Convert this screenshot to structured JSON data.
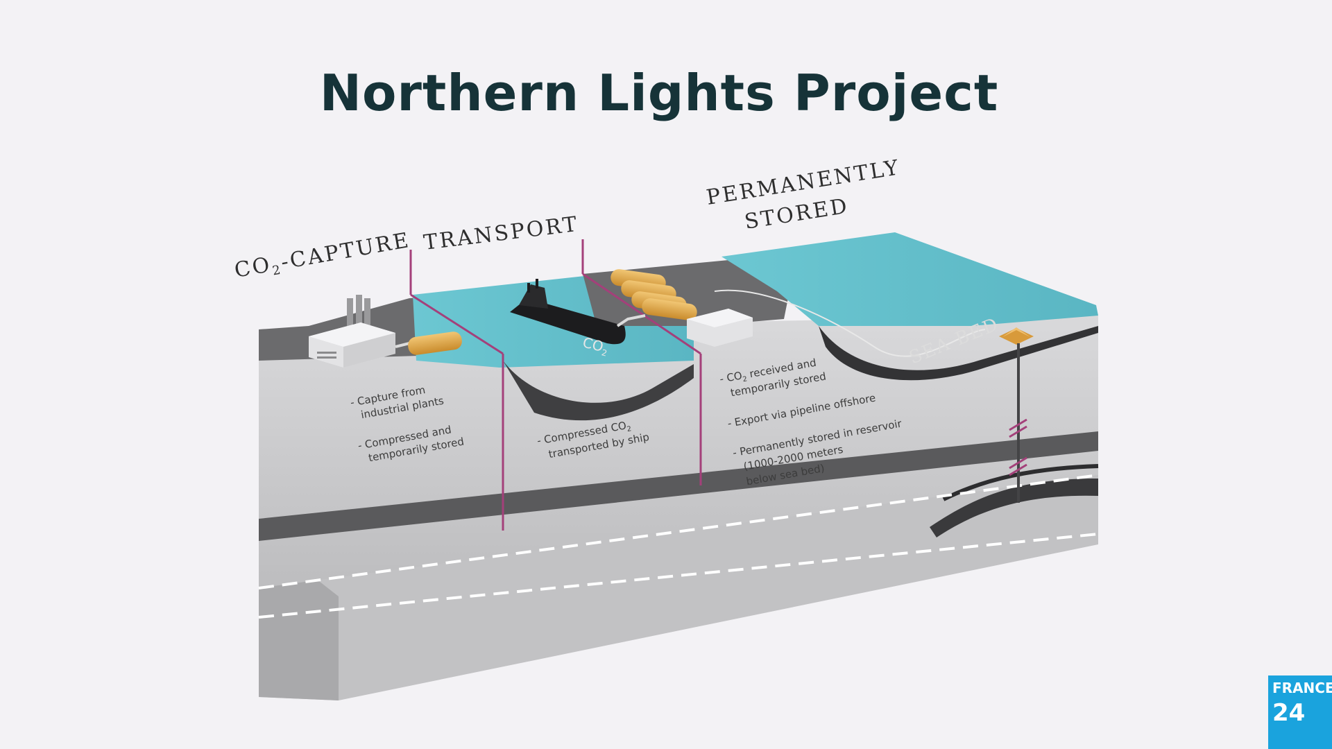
{
  "title": "Northern Lights Project",
  "stages": {
    "capture": {
      "label_prefix": "CO",
      "label_sub": "2",
      "label_suffix": "-CAPTURE",
      "bullets": [
        [
          "- Capture from",
          "industrial plants"
        ],
        [
          "- Compressed and",
          "temporarily stored"
        ]
      ]
    },
    "transport": {
      "label": "TRANSPORT",
      "bullets": [
        [
          "- Compressed CO",
          "2",
          "transported by ship"
        ]
      ]
    },
    "storage": {
      "label_line1": "PERMANENTLY",
      "label_line2": "STORED",
      "bullets": [
        [
          "- CO",
          "2",
          " received and",
          "temporarily stored"
        ],
        [
          "- Export via pipeline offshore"
        ],
        [
          "- Permanently stored in reservoir",
          "(1000-2000 meters",
          "below sea bed)"
        ]
      ]
    }
  },
  "ship_label_prefix": "CO",
  "ship_label_sub": "2",
  "seabed_label": "SEA BED",
  "logo": {
    "line1": "FRANCE",
    "line2": "24"
  },
  "colors": {
    "water": "#5fbfca",
    "ground_top": "#6a6a6a",
    "block_face": "#d4d4d6",
    "divider": "#a4407a",
    "title": "#163338"
  }
}
